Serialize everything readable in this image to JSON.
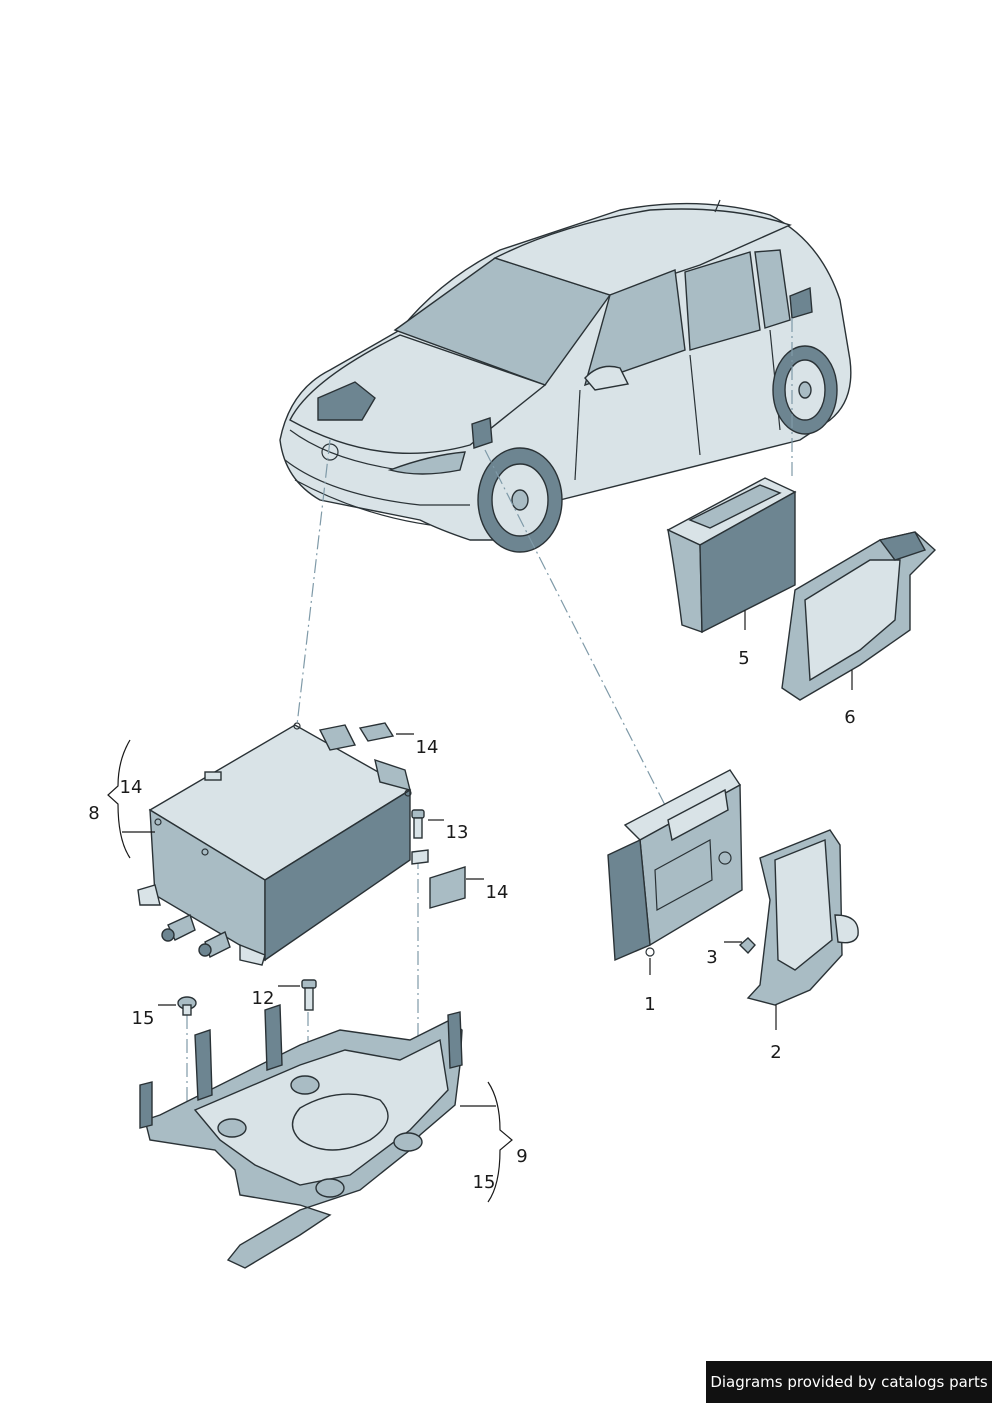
{
  "callouts": {
    "c1": "1",
    "c2": "2",
    "c3": "3",
    "c5": "5",
    "c6": "6",
    "c8": "8",
    "c9": "9",
    "c12": "12",
    "c13": "13",
    "c14a": "14",
    "c14b": "14",
    "c14c": "14",
    "c15a": "15",
    "c15b": "15"
  },
  "footer": {
    "credit": "Diagrams provided by catalogs parts"
  },
  "colors": {
    "part_fill": "#a9bcc4",
    "part_highlight": "#d9e3e7",
    "part_shadow": "#6d8591",
    "outline": "#2a3236"
  }
}
